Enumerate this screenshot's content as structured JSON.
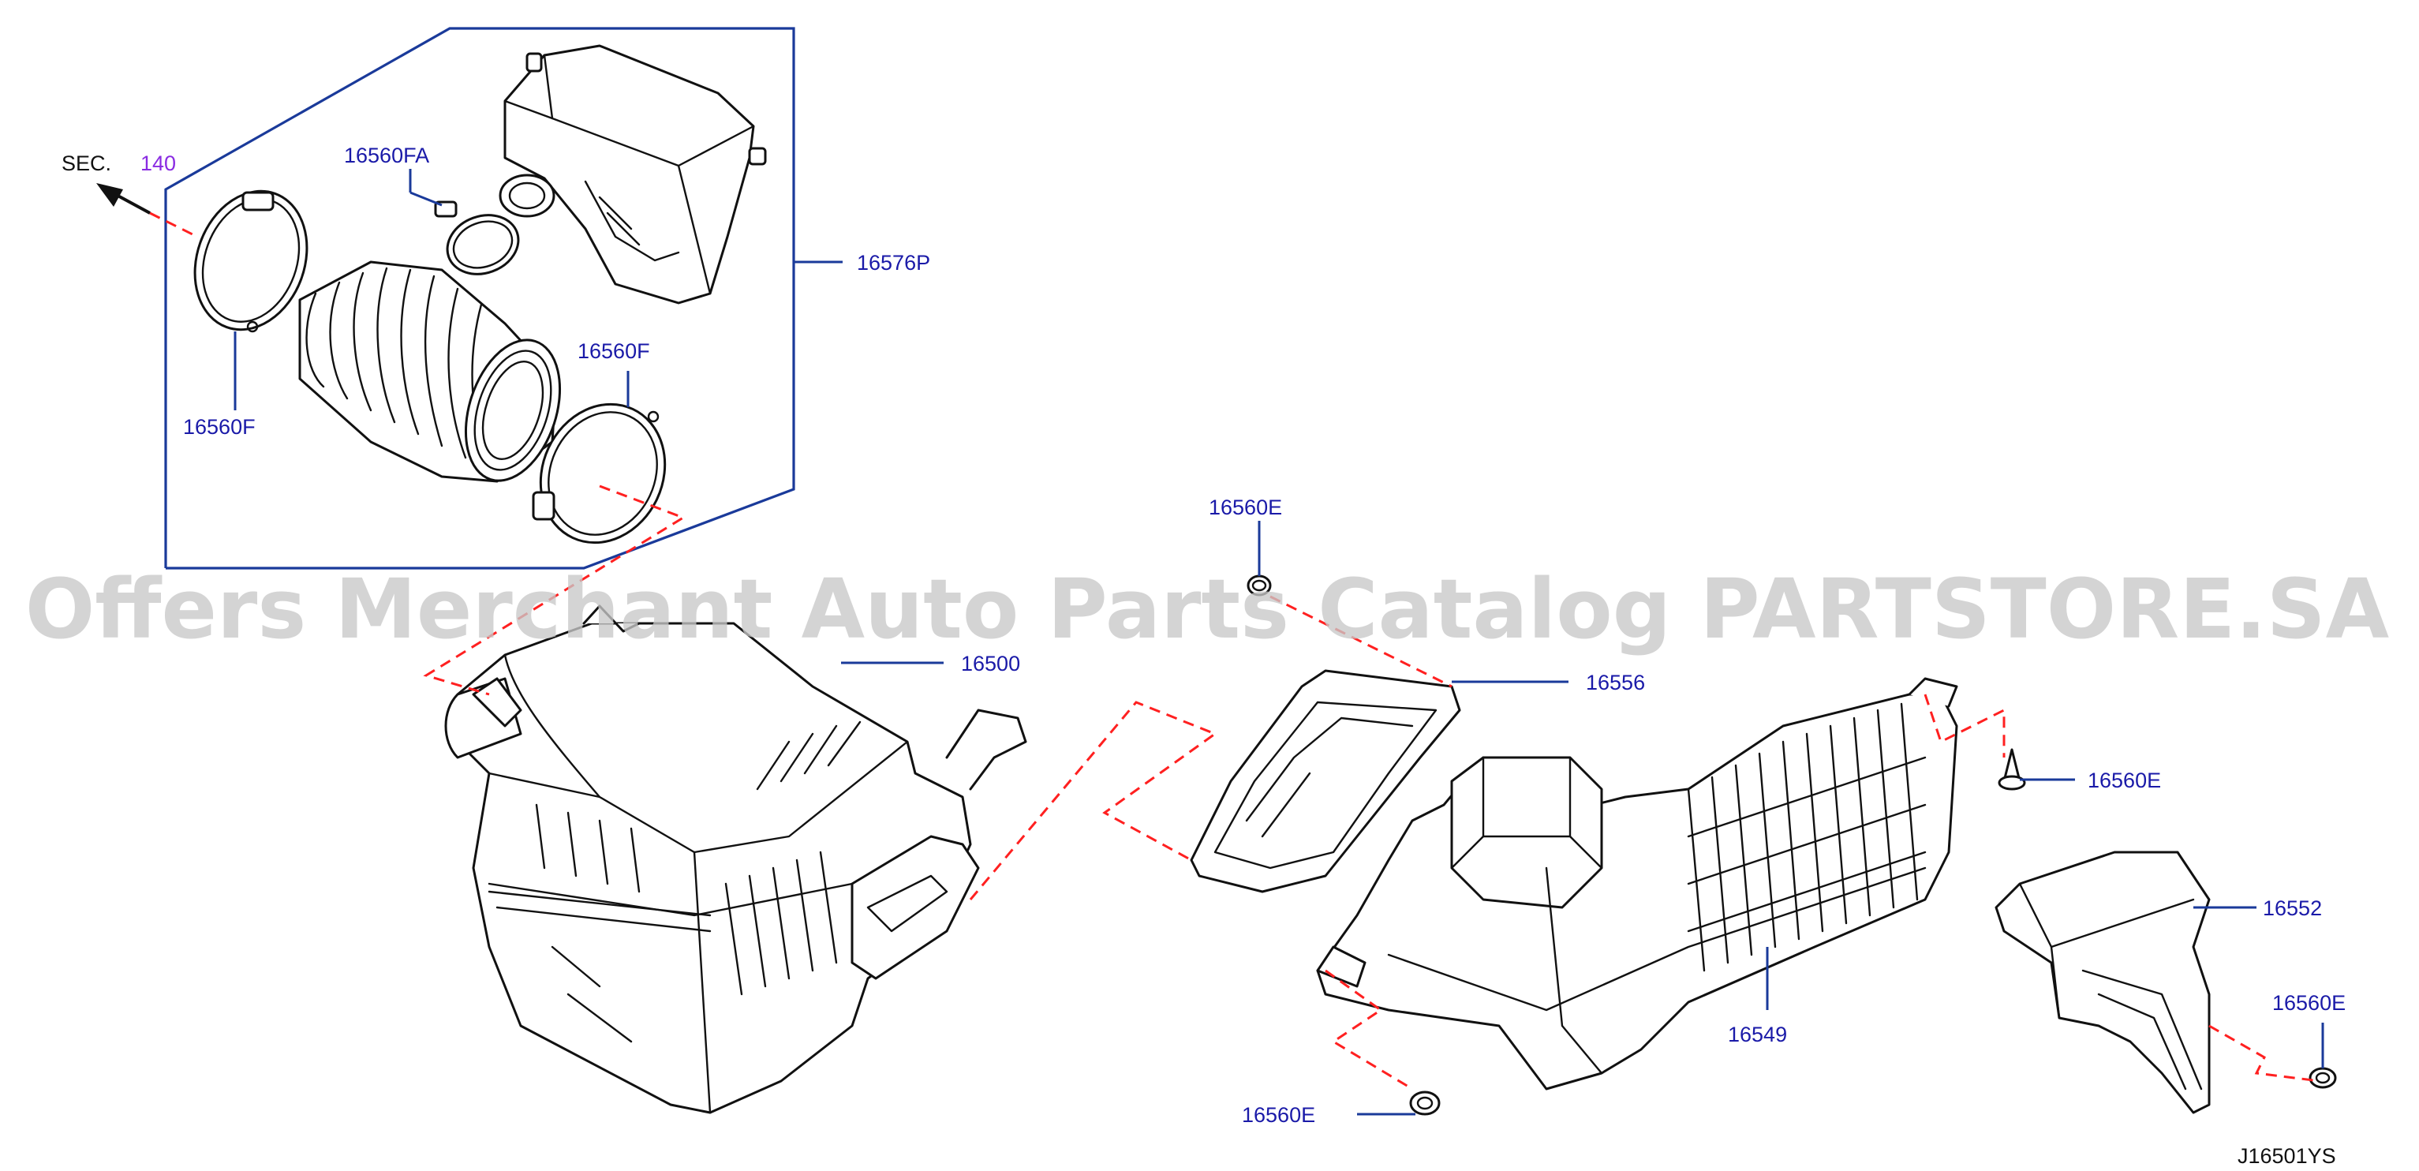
{
  "watermark": "Offers Merchant Auto Parts Catalog PARTSTORE.SA",
  "diagram_code": "J16501YS",
  "section_ref": {
    "prefix": "SEC.",
    "number": "140"
  },
  "callouts": {
    "assembly_16576P": "16576P",
    "clamp_top": "16560FA",
    "clamp_left": "16560F",
    "clamp_right": "16560F",
    "air_cleaner_body": "16500",
    "grommet_top": "16560E",
    "seal_16556": "16556",
    "clip_right_top": "16560E",
    "resonator_16549": "16549",
    "duct_16552": "16552",
    "clip_right_bottom": "16560E",
    "clip_bottom": "16560E"
  },
  "colors": {
    "callout_text": "#1a1aa8",
    "leader_line": "#1a3a9a",
    "dashed_guide": "#ff2020",
    "section_number": "#8a2be2",
    "part_outline": "#111111"
  }
}
